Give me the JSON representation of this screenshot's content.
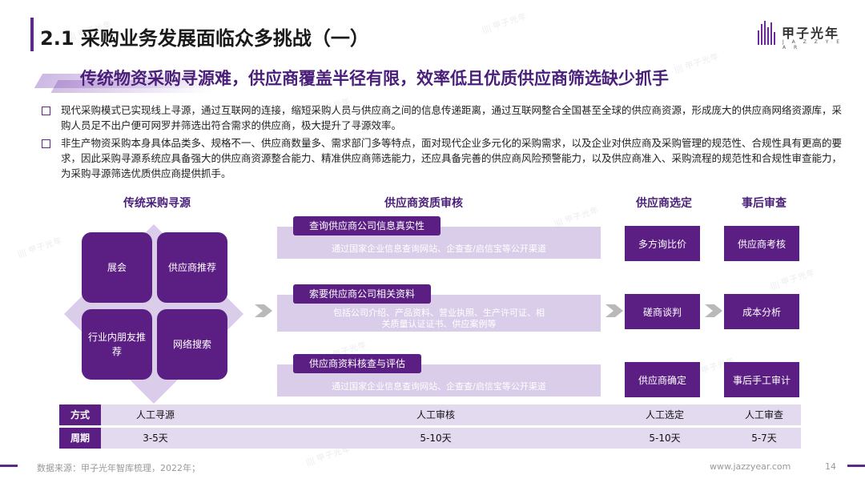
{
  "header": {
    "title": "2.1 采购业务发展面临众多挑战（一）",
    "logo_name": "甲子光年",
    "logo_sub": "J A Z Z Y E A R"
  },
  "subtitle": "传统物资采购寻源难，供应商覆盖半径有限，效率低且优质供应商筛选缺少抓手",
  "bullets": [
    "现代采购模式已实现线上寻源，通过互联网的连接，缩短采购人员与供应商之间的信息传递距离，通过互联网整合全国甚至全球的供应商资源，形成庞大的供应商网络资源库，采购人员足不出户便可网罗并筛选出符合需求的供应商，极大提升了寻源效率。",
    "非生产物资采购本身具体品类多、规格不一、供应商数量多、需求部门多等特点，面对现代企业多元化的采购需求，以及企业对供应商及采购管理的规范性、合规性具有更高的要求，因此采购寻源系统应具备强大的供应商资源整合能力、精准供应商筛选能力，还应具备完善的供应商风险预警能力，以及供应商准入、采购流程的规范性和合规性审查能力，为采购寻源筛选优质供应商提供抓手。"
  ],
  "columns": {
    "traditional": "传统采购寻源",
    "qualification": "供应商资质审核",
    "selection": "供应商选定",
    "post_review": "事后审查"
  },
  "quads": [
    "展会",
    "供应商推荐",
    "行业内朋友推荐",
    "网络搜索"
  ],
  "panels": [
    {
      "tag": "查询供应商公司信息真实性",
      "text": "通过国家企业信息查询网站、企查查/启信宝等公开渠道"
    },
    {
      "tag": "索要供应商公司相关资料",
      "text": "包括公司介绍、产品资料、营业执照、生产许可证、相关质量认证证书、供应案例等"
    },
    {
      "tag": "供应商资料核查与评估",
      "text": "通过国家企业信息查询网站、企查查/启信宝等公开渠道"
    }
  ],
  "selection_boxes": [
    "多方询比价",
    "磋商谈判",
    "供应商确定"
  ],
  "review_boxes": [
    "供应商考核",
    "成本分析",
    "事后手工审计"
  ],
  "table": {
    "row1_label": "方式",
    "row2_label": "周期",
    "methods": [
      "人工寻源",
      "人工审核",
      "人工选定",
      "人工审查"
    ],
    "periods": [
      "3-5天",
      "5-10天",
      "5-10天",
      "5-7天"
    ]
  },
  "footer": {
    "source": "数据来源：甲子光年智库梳理，2022年；",
    "url": "www.jazzyear.com",
    "page": "14"
  },
  "watermark": "甲子光年",
  "colors": {
    "primary": "#5b1f84",
    "light": "#d9cde9",
    "table_bg": "#e4daf0"
  }
}
